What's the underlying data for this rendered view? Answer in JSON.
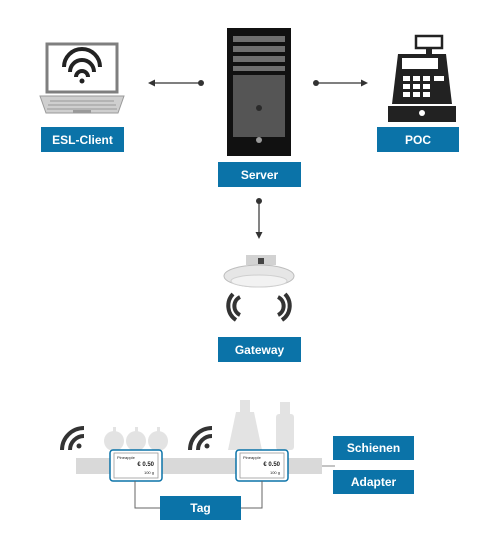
{
  "nodes": {
    "esl_client": {
      "label": "ESL-Client",
      "icon": "laptop-wifi-icon"
    },
    "server": {
      "label": "Server",
      "icon": "server-tower-icon"
    },
    "poc": {
      "label": "POC",
      "icon": "cash-register-icon"
    },
    "gateway": {
      "label": "Gateway",
      "icon": "ceiling-access-point-icon"
    },
    "schienen": {
      "label": "Schienen"
    },
    "adapter": {
      "label": "Adapter"
    },
    "tag": {
      "label": "Tag"
    }
  },
  "shelf_tags": [
    {
      "product": "Pineapple",
      "price": "€ 0.50",
      "weight": "100 g"
    },
    {
      "product": "Pineapple",
      "price": "€ 0.50",
      "weight": "100 g"
    }
  ],
  "colors": {
    "accent": "#0b73a8",
    "dark": "#222222",
    "gray": "#8a8a8a",
    "light": "#d9d9d9"
  }
}
